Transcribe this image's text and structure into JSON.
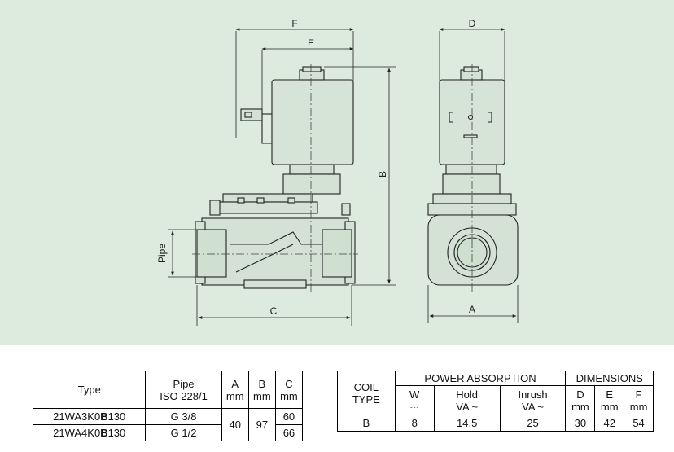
{
  "drawing": {
    "dimensions": {
      "f": "F",
      "e": "E",
      "d": "D",
      "b": "B",
      "c": "C",
      "a": "A",
      "pipe": "Pipe"
    }
  },
  "table_dims": {
    "headers": {
      "type": "Type",
      "pipe_line1": "Pipe",
      "pipe_line2": "ISO 228/1",
      "a": "A",
      "b": "B",
      "c": "C",
      "unit": "mm"
    },
    "rows": [
      {
        "type_prefix": "21WA3K0",
        "type_bold": "B",
        "type_suffix": "130",
        "pipe": "G 3/8",
        "c": "60"
      },
      {
        "type_prefix": "21WA4K0",
        "type_bold": "B",
        "type_suffix": "130",
        "pipe": "G 1/2",
        "c": "66"
      }
    ],
    "shared": {
      "a": "40",
      "b": "97"
    }
  },
  "table_power": {
    "headers": {
      "coil_line1": "COIL",
      "coil_line2": "TYPE",
      "power": "POWER ABSORPTION",
      "dimensions": "DIMENSIONS",
      "w": "W",
      "w_symbol": "⎓",
      "hold": "Hold",
      "inrush": "Inrush",
      "va_ac": "VA ~",
      "d": "D",
      "e": "E",
      "f": "F",
      "unit": "mm"
    },
    "row": {
      "coil": "B",
      "w": "8",
      "hold": "14,5",
      "inrush": "25",
      "d": "30",
      "e": "42",
      "f": "54"
    }
  }
}
